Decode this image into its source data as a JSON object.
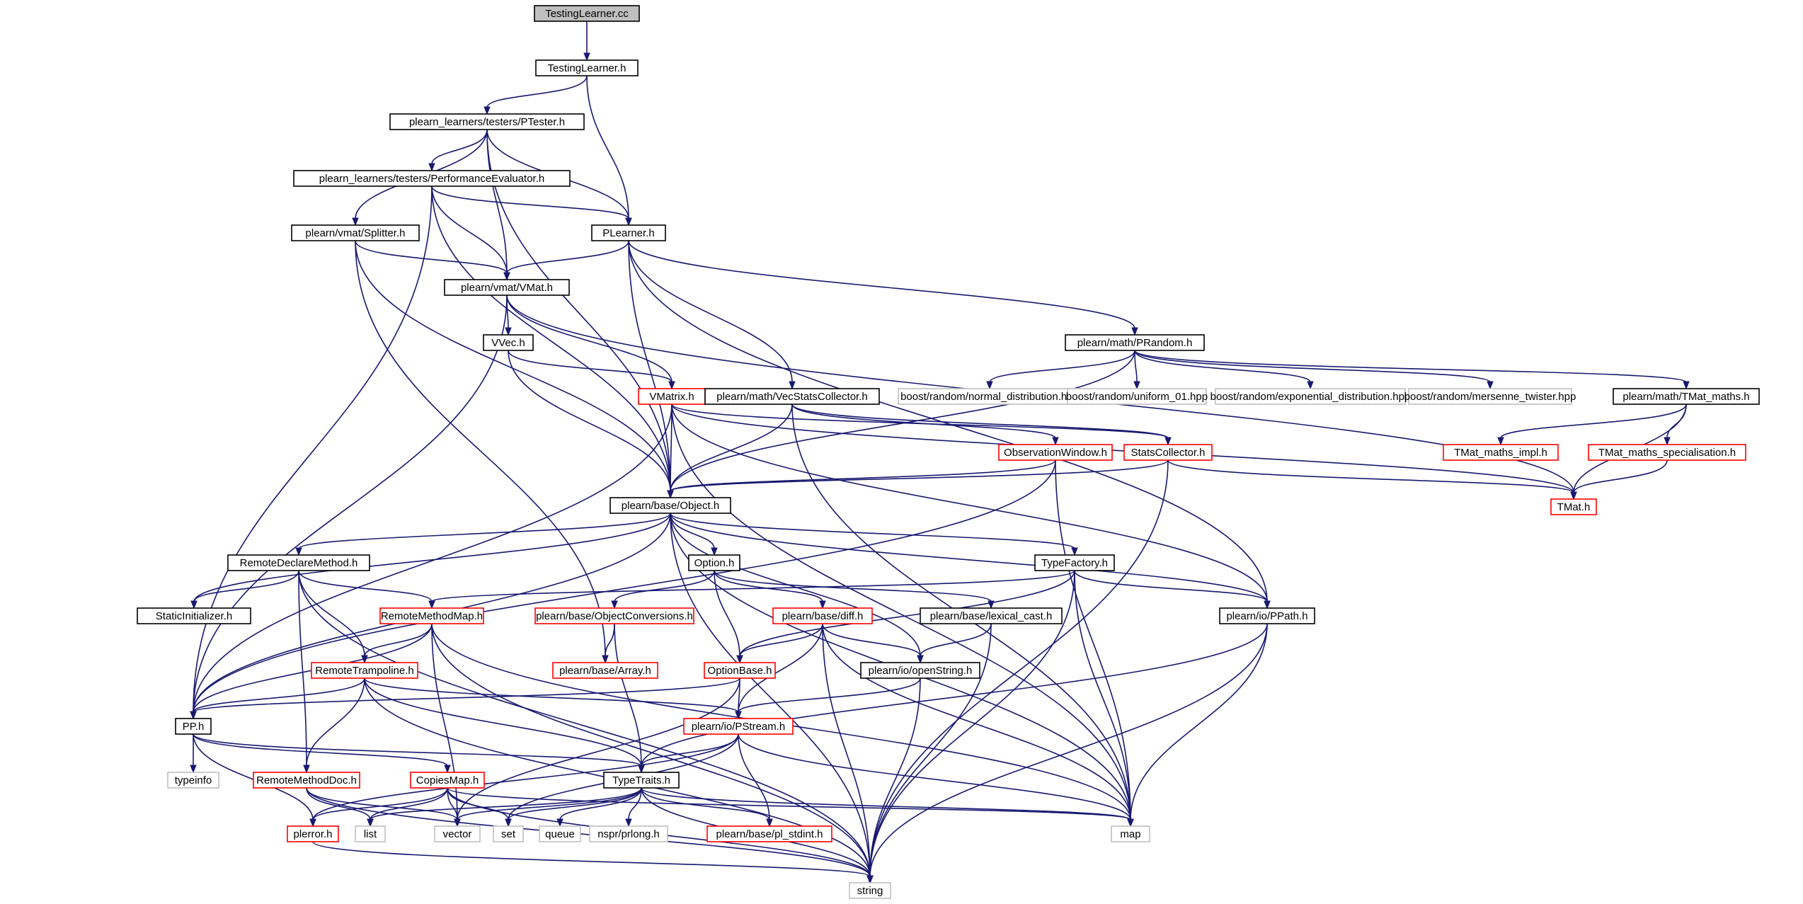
{
  "graph": {
    "style": {
      "edge_color": "#191970",
      "root_fill": "#bfbfbf",
      "border_normal": "#000000",
      "border_truncated": "#ff0000",
      "border_external": "#bfbfbf"
    },
    "nodes": [
      {
        "id": "testinglearner_cc",
        "label": "TestingLearner.cc",
        "kind": "root"
      },
      {
        "id": "testinglearner_h",
        "label": "TestingLearner.h",
        "kind": "normal"
      },
      {
        "id": "ptester_h",
        "label": "plearn_learners/testers/PTester.h",
        "kind": "normal"
      },
      {
        "id": "perfeval_h",
        "label": "plearn_learners/testers/PerformanceEvaluator.h",
        "kind": "normal"
      },
      {
        "id": "splitter_h",
        "label": "plearn/vmat/Splitter.h",
        "kind": "normal"
      },
      {
        "id": "plearner_h",
        "label": "PLearner.h",
        "kind": "normal"
      },
      {
        "id": "vmat_h",
        "label": "plearn/vmat/VMat.h",
        "kind": "normal"
      },
      {
        "id": "vvec_h",
        "label": "VVec.h",
        "kind": "normal"
      },
      {
        "id": "prandom_h",
        "label": "plearn/math/PRandom.h",
        "kind": "normal"
      },
      {
        "id": "normal_dist",
        "label": "boost/random/normal_distribution.hpp",
        "kind": "gray"
      },
      {
        "id": "uniform_01",
        "label": "boost/random/uniform_01.hpp",
        "kind": "gray"
      },
      {
        "id": "exp_dist",
        "label": "boost/random/exponential_distribution.hpp",
        "kind": "gray"
      },
      {
        "id": "mersenne",
        "label": "boost/random/mersenne_twister.hpp",
        "kind": "gray"
      },
      {
        "id": "tmat_maths_h",
        "label": "plearn/math/TMat_maths.h",
        "kind": "normal"
      },
      {
        "id": "vmatrix_h",
        "label": "VMatrix.h",
        "kind": "red"
      },
      {
        "id": "vecstats_h",
        "label": "plearn/math/VecStatsCollector.h",
        "kind": "normal"
      },
      {
        "id": "obswindow_h",
        "label": "ObservationWindow.h",
        "kind": "red"
      },
      {
        "id": "statscollector_h",
        "label": "StatsCollector.h",
        "kind": "red"
      },
      {
        "id": "tmat_maths_impl_h",
        "label": "TMat_maths_impl.h",
        "kind": "red"
      },
      {
        "id": "tmat_maths_spec_h",
        "label": "TMat_maths_specialisation.h",
        "kind": "red"
      },
      {
        "id": "tmat_h",
        "label": "TMat.h",
        "kind": "red"
      },
      {
        "id": "object_h",
        "label": "plearn/base/Object.h",
        "kind": "normal"
      },
      {
        "id": "remotedeclare_h",
        "label": "RemoteDeclareMethod.h",
        "kind": "normal"
      },
      {
        "id": "option_h",
        "label": "Option.h",
        "kind": "normal"
      },
      {
        "id": "typefactory_h",
        "label": "TypeFactory.h",
        "kind": "normal"
      },
      {
        "id": "staticinit_h",
        "label": "StaticInitializer.h",
        "kind": "normal"
      },
      {
        "id": "remotemethodmap_h",
        "label": "RemoteMethodMap.h",
        "kind": "red"
      },
      {
        "id": "objconv_h",
        "label": "plearn/base/ObjectConversions.h",
        "kind": "red"
      },
      {
        "id": "diff_h",
        "label": "plearn/base/diff.h",
        "kind": "red"
      },
      {
        "id": "lexicalcast_h",
        "label": "plearn/base/lexical_cast.h",
        "kind": "normal"
      },
      {
        "id": "ppath_h",
        "label": "plearn/io/PPath.h",
        "kind": "normal"
      },
      {
        "id": "array_h",
        "label": "plearn/base/Array.h",
        "kind": "red"
      },
      {
        "id": "remotetramp_h",
        "label": "RemoteTrampoline.h",
        "kind": "red"
      },
      {
        "id": "optionbase_h",
        "label": "OptionBase.h",
        "kind": "red"
      },
      {
        "id": "openstring_h",
        "label": "plearn/io/openString.h",
        "kind": "normal"
      },
      {
        "id": "pp_h",
        "label": "PP.h",
        "kind": "normal"
      },
      {
        "id": "pstream_h",
        "label": "plearn/io/PStream.h",
        "kind": "red"
      },
      {
        "id": "typeinfo",
        "label": "typeinfo",
        "kind": "gray"
      },
      {
        "id": "remotemethoddoc_h",
        "label": "RemoteMethodDoc.h",
        "kind": "red"
      },
      {
        "id": "copiesmap_h",
        "label": "CopiesMap.h",
        "kind": "red"
      },
      {
        "id": "typetraits_h",
        "label": "TypeTraits.h",
        "kind": "normal"
      },
      {
        "id": "plerror_h",
        "label": "plerror.h",
        "kind": "red"
      },
      {
        "id": "list",
        "label": "list",
        "kind": "gray"
      },
      {
        "id": "vector",
        "label": "vector",
        "kind": "gray"
      },
      {
        "id": "set",
        "label": "set",
        "kind": "gray"
      },
      {
        "id": "queue",
        "label": "queue",
        "kind": "gray"
      },
      {
        "id": "prlong_h",
        "label": "nspr/prlong.h",
        "kind": "gray"
      },
      {
        "id": "pl_stdint_h",
        "label": "plearn/base/pl_stdint.h",
        "kind": "red"
      },
      {
        "id": "map",
        "label": "map",
        "kind": "gray"
      },
      {
        "id": "string",
        "label": "string",
        "kind": "gray"
      }
    ],
    "edges": [
      [
        "testinglearner_cc",
        "testinglearner_h"
      ],
      [
        "testinglearner_h",
        "ptester_h"
      ],
      [
        "testinglearner_h",
        "plearner_h"
      ],
      [
        "ptester_h",
        "perfeval_h"
      ],
      [
        "ptester_h",
        "splitter_h"
      ],
      [
        "ptester_h",
        "plearner_h"
      ],
      [
        "ptester_h",
        "vmat_h"
      ],
      [
        "ptester_h",
        "object_h"
      ],
      [
        "perfeval_h",
        "plearner_h"
      ],
      [
        "perfeval_h",
        "vmat_h"
      ],
      [
        "perfeval_h",
        "object_h"
      ],
      [
        "perfeval_h",
        "pp_h"
      ],
      [
        "splitter_h",
        "vmat_h"
      ],
      [
        "splitter_h",
        "object_h"
      ],
      [
        "splitter_h",
        "array_h"
      ],
      [
        "plearner_h",
        "vmat_h"
      ],
      [
        "plearner_h",
        "prandom_h"
      ],
      [
        "plearner_h",
        "vecstats_h"
      ],
      [
        "plearner_h",
        "object_h"
      ],
      [
        "plearner_h",
        "ppath_h"
      ],
      [
        "vmat_h",
        "vvec_h"
      ],
      [
        "vmat_h",
        "vmatrix_h"
      ],
      [
        "vmat_h",
        "pp_h"
      ],
      [
        "vmat_h",
        "tmat_h"
      ],
      [
        "vvec_h",
        "vmatrix_h"
      ],
      [
        "vvec_h",
        "object_h"
      ],
      [
        "prandom_h",
        "normal_dist"
      ],
      [
        "prandom_h",
        "uniform_01"
      ],
      [
        "prandom_h",
        "exp_dist"
      ],
      [
        "prandom_h",
        "mersenne"
      ],
      [
        "prandom_h",
        "tmat_maths_h"
      ],
      [
        "prandom_h",
        "object_h"
      ],
      [
        "tmat_maths_h",
        "tmat_maths_impl_h"
      ],
      [
        "tmat_maths_h",
        "tmat_maths_spec_h"
      ],
      [
        "tmat_maths_h",
        "tmat_h"
      ],
      [
        "tmat_maths_spec_h",
        "tmat_h"
      ],
      [
        "vmatrix_h",
        "object_h"
      ],
      [
        "vmatrix_h",
        "statscollector_h"
      ],
      [
        "vmatrix_h",
        "pp_h"
      ],
      [
        "vmatrix_h",
        "tmat_h"
      ],
      [
        "vmatrix_h",
        "ppath_h"
      ],
      [
        "vmatrix_h",
        "map"
      ],
      [
        "vecstats_h",
        "obswindow_h"
      ],
      [
        "vecstats_h",
        "statscollector_h"
      ],
      [
        "vecstats_h",
        "object_h"
      ],
      [
        "vecstats_h",
        "map"
      ],
      [
        "obswindow_h",
        "object_h"
      ],
      [
        "obswindow_h",
        "pp_h"
      ],
      [
        "obswindow_h",
        "map"
      ],
      [
        "statscollector_h",
        "object_h"
      ],
      [
        "statscollector_h",
        "tmat_h"
      ],
      [
        "statscollector_h",
        "string"
      ],
      [
        "object_h",
        "remotedeclare_h"
      ],
      [
        "object_h",
        "option_h"
      ],
      [
        "object_h",
        "typefactory_h"
      ],
      [
        "object_h",
        "staticinit_h"
      ],
      [
        "object_h",
        "pp_h"
      ],
      [
        "object_h",
        "ppath_h"
      ],
      [
        "object_h",
        "openstring_h"
      ],
      [
        "object_h",
        "map"
      ],
      [
        "object_h",
        "string"
      ],
      [
        "remotedeclare_h",
        "staticinit_h"
      ],
      [
        "remotedeclare_h",
        "remotemethodmap_h"
      ],
      [
        "remotedeclare_h",
        "remotetramp_h"
      ],
      [
        "remotedeclare_h",
        "remotemethoddoc_h"
      ],
      [
        "remotedeclare_h",
        "string"
      ],
      [
        "option_h",
        "objconv_h"
      ],
      [
        "option_h",
        "diff_h"
      ],
      [
        "option_h",
        "lexicalcast_h"
      ],
      [
        "option_h",
        "optionbase_h"
      ],
      [
        "typefactory_h",
        "remotemethodmap_h"
      ],
      [
        "typefactory_h",
        "optionbase_h"
      ],
      [
        "typefactory_h",
        "ppath_h"
      ],
      [
        "typefactory_h",
        "map"
      ],
      [
        "typefactory_h",
        "string"
      ],
      [
        "remotemethodmap_h",
        "remotetramp_h"
      ],
      [
        "remotemethodmap_h",
        "pp_h"
      ],
      [
        "remotemethodmap_h",
        "vector"
      ],
      [
        "remotemethodmap_h",
        "map"
      ],
      [
        "remotemethodmap_h",
        "string"
      ],
      [
        "objconv_h",
        "array_h"
      ],
      [
        "objconv_h",
        "typetraits_h"
      ],
      [
        "diff_h",
        "optionbase_h"
      ],
      [
        "diff_h",
        "openstring_h"
      ],
      [
        "diff_h",
        "pstream_h"
      ],
      [
        "diff_h",
        "map"
      ],
      [
        "diff_h",
        "string"
      ],
      [
        "lexicalcast_h",
        "openstring_h"
      ],
      [
        "lexicalcast_h",
        "string"
      ],
      [
        "ppath_h",
        "typetraits_h"
      ],
      [
        "ppath_h",
        "map"
      ],
      [
        "ppath_h",
        "string"
      ],
      [
        "remotetramp_h",
        "pp_h"
      ],
      [
        "remotetramp_h",
        "remotemethoddoc_h"
      ],
      [
        "remotetramp_h",
        "typetraits_h"
      ],
      [
        "remotetramp_h",
        "pstream_h"
      ],
      [
        "remotetramp_h",
        "string"
      ],
      [
        "optionbase_h",
        "pp_h"
      ],
      [
        "optionbase_h",
        "pstream_h"
      ],
      [
        "optionbase_h",
        "vector"
      ],
      [
        "openstring_h",
        "pstream_h"
      ],
      [
        "openstring_h",
        "string"
      ],
      [
        "pp_h",
        "typeinfo"
      ],
      [
        "pp_h",
        "copiesmap_h"
      ],
      [
        "pp_h",
        "typetraits_h"
      ],
      [
        "pp_h",
        "plerror_h"
      ],
      [
        "pstream_h",
        "typetraits_h"
      ],
      [
        "pstream_h",
        "plerror_h"
      ],
      [
        "pstream_h",
        "pl_stdint_h"
      ],
      [
        "pstream_h",
        "set"
      ],
      [
        "pstream_h",
        "map"
      ],
      [
        "remotemethoddoc_h",
        "list"
      ],
      [
        "remotemethoddoc_h",
        "vector"
      ],
      [
        "remotemethoddoc_h",
        "string"
      ],
      [
        "copiesmap_h",
        "plerror_h"
      ],
      [
        "copiesmap_h",
        "list"
      ],
      [
        "copiesmap_h",
        "vector"
      ],
      [
        "copiesmap_h",
        "set"
      ],
      [
        "copiesmap_h",
        "map"
      ],
      [
        "copiesmap_h",
        "string"
      ],
      [
        "typetraits_h",
        "list"
      ],
      [
        "typetraits_h",
        "vector"
      ],
      [
        "typetraits_h",
        "set"
      ],
      [
        "typetraits_h",
        "queue"
      ],
      [
        "typetraits_h",
        "prlong_h"
      ],
      [
        "typetraits_h",
        "pl_stdint_h"
      ],
      [
        "typetraits_h",
        "map"
      ],
      [
        "typetraits_h",
        "string"
      ],
      [
        "plerror_h",
        "string"
      ]
    ]
  }
}
